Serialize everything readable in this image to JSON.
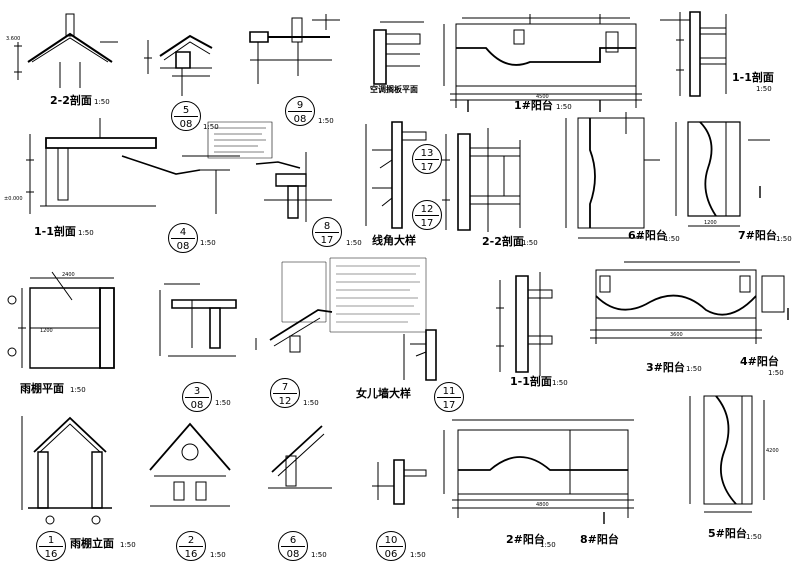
{
  "drawing_titles": {
    "section_2_2_top": "2-2剖面",
    "balcony_1": "1#阳台",
    "section_1_1_top_right": "1-1剖面",
    "ac_panel": "空调搁板平面",
    "section_1_1_left": "1-1剖面",
    "cornice_detail": "线角大样",
    "section_2_2_mid": "2-2剖面",
    "balcony_6": "6#阳台",
    "balcony_7": "7#阳台",
    "canopy_plan": "雨棚平面",
    "parapet_detail": "女儿墙大样",
    "section_1_1_mid": "1-1剖面",
    "balcony_3": "3#阳台",
    "balcony_4": "4#阳台",
    "canopy_elevation": "雨棚立面",
    "balcony_2": "2#阳台",
    "balcony_8": "8#阳台",
    "balcony_5": "5#阳台"
  },
  "scales": {
    "s50": "1:50"
  },
  "detail_bubbles": [
    {
      "id": "5-08",
      "top": "5",
      "bottom": "08"
    },
    {
      "id": "9-08",
      "top": "9",
      "bottom": "08"
    },
    {
      "id": "4-08",
      "top": "4",
      "bottom": "08"
    },
    {
      "id": "8-17",
      "top": "8",
      "bottom": "17"
    },
    {
      "id": "13-17",
      "top": "13",
      "bottom": "17"
    },
    {
      "id": "12-17",
      "top": "12",
      "bottom": "17"
    },
    {
      "id": "3-08",
      "top": "3",
      "bottom": "08"
    },
    {
      "id": "7-12",
      "top": "7",
      "bottom": "12"
    },
    {
      "id": "11-17",
      "top": "11",
      "bottom": "17"
    },
    {
      "id": "1-16",
      "top": "1",
      "bottom": "16"
    },
    {
      "id": "2-16",
      "top": "2",
      "bottom": "16"
    },
    {
      "id": "6-08",
      "top": "6",
      "bottom": "08"
    },
    {
      "id": "10-06",
      "top": "10",
      "bottom": "06"
    }
  ],
  "dimensions": {
    "balcony_1_total": "4500",
    "balcony_2_total": "4800",
    "balcony_3_total": "3600",
    "balcony_5_height": "4200",
    "balcony_7_width": "1200",
    "canopy_width": "2400",
    "canopy_depth": "1200",
    "elev_level_a": "3.600",
    "elev_level_b": "±0.000"
  },
  "colors": {
    "ink": "#000000",
    "paper": "#ffffff"
  }
}
